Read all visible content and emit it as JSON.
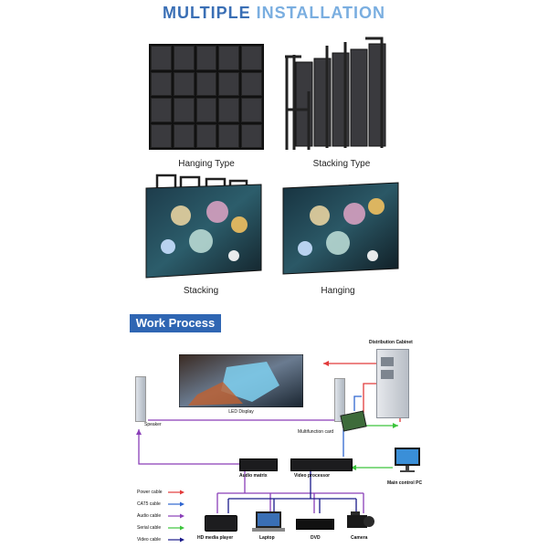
{
  "title": {
    "part1": "MULTIPLE",
    "part2": "INSTALLATION"
  },
  "installation": {
    "hanging_type": "Hanging Type",
    "stacking_type": "Stacking Type",
    "stacking": "Stacking",
    "hanging": "Hanging"
  },
  "work_process": {
    "badge": "Work Process",
    "led_display": "LED Display",
    "speaker": "Speaker",
    "distribution_cabinet": "Distribution Cabinet",
    "multifunction_card": "Multifunction card",
    "audio_matrix": "Audio matrix",
    "video_processor": "Video processor",
    "main_control_pc": "Main control PC",
    "sources": [
      "HD media player",
      "Laptop",
      "DVD",
      "Camera"
    ]
  },
  "legend": [
    {
      "label": "Power cable",
      "color": "#e23b3b"
    },
    {
      "label": "CAT5 cable",
      "color": "#2f66d0"
    },
    {
      "label": "Audio cable",
      "color": "#8a3fb8"
    },
    {
      "label": "Serial cable",
      "color": "#3cc43c"
    },
    {
      "label": "Video cable",
      "color": "#1a1a8a"
    }
  ]
}
